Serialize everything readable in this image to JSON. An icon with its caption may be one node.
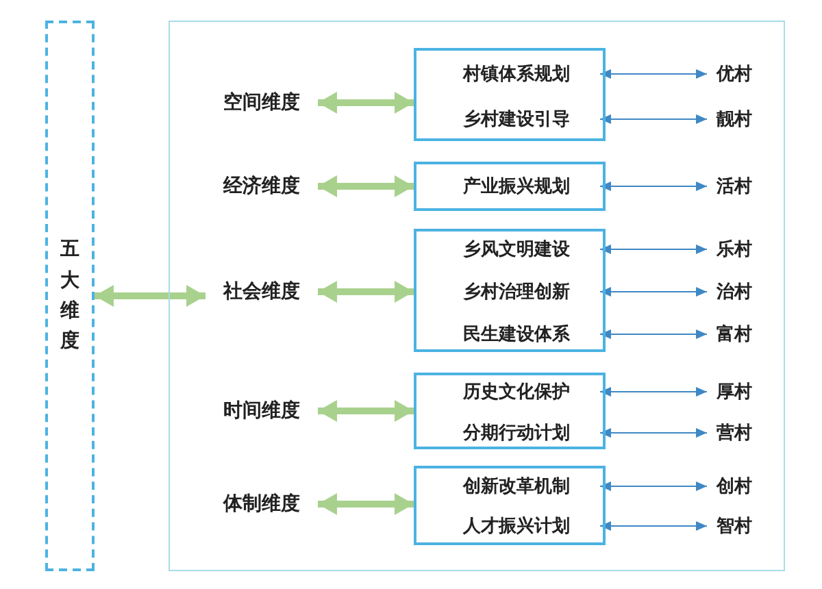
{
  "diagram": {
    "nodes": [
      {
        "text": [
          "五大维度"
        ]
      },
      {
        "text": [],
        "shape": "box"
      },
      {
        "text": [
          "空间维度"
        ],
        "in": 1
      },
      {
        "text": [],
        "shape": "box",
        "in": 1
      },
      {
        "text": [
          "村镇体系规划"
        ],
        "in": 3
      },
      {
        "text": [
          "乡村建设引导"
        ],
        "in": 3
      },
      {
        "text": [
          "优村"
        ],
        "in": 1
      },
      {
        "text": [
          "靓村"
        ],
        "in": 1
      },
      {
        "text": [
          "经济维度"
        ],
        "in": 1
      },
      {
        "text": [],
        "shape": "box",
        "in": 1
      },
      {
        "text": [
          "产业振兴规划"
        ],
        "in": 9
      },
      {
        "text": [
          "活村"
        ],
        "in": 1
      },
      {
        "text": [
          "社会维度"
        ],
        "in": 1
      },
      {
        "text": [],
        "shape": "box",
        "in": 1
      },
      {
        "text": [
          "乡风文明建设"
        ],
        "in": 13
      },
      {
        "text": [
          "乡村治理创新"
        ],
        "in": 13
      },
      {
        "text": [
          "民生建设体系"
        ],
        "in": 13
      },
      {
        "text": [
          "乐村"
        ],
        "in": 1
      },
      {
        "text": [
          "治村"
        ],
        "in": 1
      },
      {
        "text": [
          "富村"
        ],
        "in": 1
      },
      {
        "text": [
          "时间维度"
        ],
        "in": 1
      },
      {
        "text": [],
        "shape": "box",
        "in": 1
      },
      {
        "text": [
          "历史文化保护"
        ],
        "in": 21
      },
      {
        "text": [
          "分期行动计划"
        ],
        "in": 21
      },
      {
        "text": [
          "厚村"
        ],
        "in": 1
      },
      {
        "text": [
          "营村"
        ],
        "in": 1
      },
      {
        "text": [
          "体制维度"
        ],
        "in": 1
      },
      {
        "text": [],
        "shape": "box",
        "in": 1
      },
      {
        "text": [
          "创新改革机制"
        ],
        "in": 27
      },
      {
        "text": [
          "人才振兴计划"
        ],
        "in": 27
      },
      {
        "text": [
          "创村"
        ],
        "in": 1
      },
      {
        "text": [
          "智村"
        ],
        "in": 1
      }
    ],
    "edges": [
      {
        "from": 0,
        "to": 12,
        "arrow": "both",
        "style": "thick",
        "color": "#a9d18e"
      },
      {
        "from": 2,
        "to": 3,
        "arrow": "both",
        "style": "thick",
        "color": "#a9d18e"
      },
      {
        "from": 8,
        "to": 9,
        "arrow": "both",
        "style": "thick",
        "color": "#a9d18e"
      },
      {
        "from": 12,
        "to": 13,
        "arrow": "both",
        "style": "thick",
        "color": "#a9d18e"
      },
      {
        "from": 20,
        "to": 21,
        "arrow": "both",
        "style": "thick",
        "color": "#a9d18e"
      },
      {
        "from": 26,
        "to": 27,
        "arrow": "both",
        "style": "thick",
        "color": "#a9d18e"
      },
      {
        "from": 4,
        "to": 6,
        "arrow": "both"
      },
      {
        "from": 5,
        "to": 7,
        "arrow": "both"
      },
      {
        "from": 10,
        "to": 11,
        "arrow": "both"
      },
      {
        "from": 14,
        "to": 17,
        "arrow": "both"
      },
      {
        "from": 15,
        "to": 18,
        "arrow": "both"
      },
      {
        "from": 16,
        "to": 19,
        "arrow": "both"
      },
      {
        "from": 22,
        "to": 24,
        "arrow": "both"
      },
      {
        "from": 23,
        "to": 25,
        "arrow": "both"
      },
      {
        "from": 28,
        "to": 30,
        "arrow": "both"
      },
      {
        "from": 29,
        "to": 31,
        "arrow": "both"
      }
    ]
  }
}
